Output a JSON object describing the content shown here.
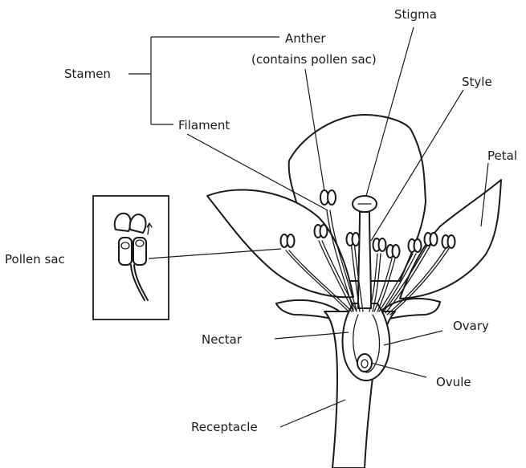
{
  "labels": {
    "stamen": "Stamen",
    "anther": "Anther",
    "anther_note": "(contains pollen sac)",
    "filament": "Filament",
    "stigma": "Stigma",
    "style": "Style",
    "petal": "Petal",
    "pollen_sac": "Pollen sac",
    "nectar": "Nectar",
    "ovary": "Ovary",
    "ovule": "Ovule",
    "receptacle": "Receptacle"
  },
  "colors": {
    "ink": "#1a1a1a",
    "background": "#ffffff"
  }
}
